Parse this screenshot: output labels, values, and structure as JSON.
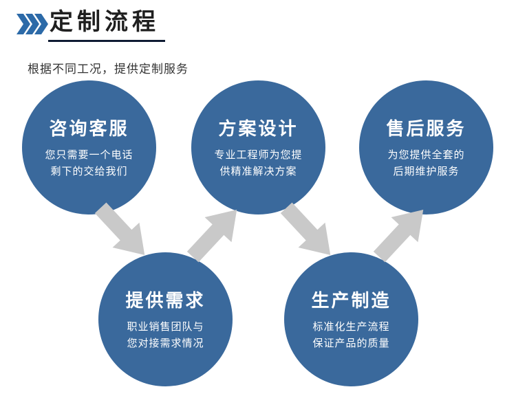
{
  "header": {
    "title": "定制流程",
    "icon": "triple-chevron-right-icon",
    "icon_color": "#2c6aa8",
    "underline_color": "#0f1b33"
  },
  "intro": "根据不同工况，提供定制服务",
  "flow": {
    "circle_color": "#3a699c",
    "arrow_color": "#c9c9c9",
    "steps": [
      {
        "title": "咨询客服",
        "desc": "您只需要一个电话\n剩下的交给我们"
      },
      {
        "title": "方案设计",
        "desc": "专业工程师为您提\n供精准解决方案"
      },
      {
        "title": "售后服务",
        "desc": "为您提供全套的\n后期维护服务"
      },
      {
        "title": "提供需求",
        "desc": "职业销售团队与\n您对接需求情况"
      },
      {
        "title": "生产制造",
        "desc": "标准化生产流程\n保证产品的质量"
      }
    ],
    "arrows": [
      {
        "from": "咨询客服",
        "to": "提供需求",
        "direction": "down-right"
      },
      {
        "from": "提供需求",
        "to": "方案设计",
        "direction": "up-right"
      },
      {
        "from": "方案设计",
        "to": "生产制造",
        "direction": "down-right"
      },
      {
        "from": "生产制造",
        "to": "售后服务",
        "direction": "up-right"
      }
    ]
  }
}
